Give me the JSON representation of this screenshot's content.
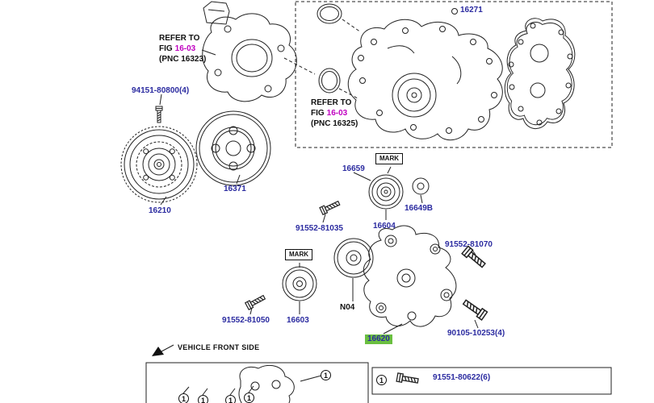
{
  "colors": {
    "part_number": "#2b2ba0",
    "fig_link": "#c000c0",
    "highlight_green": "#6abf40",
    "line_ink": "#222222"
  },
  "refer_block_1": {
    "refer": "REFER TO",
    "fig": "FIG",
    "fig_link": "16-03",
    "pnc": "(PNC 16323)"
  },
  "refer_block_2": {
    "refer": "REFER TO",
    "fig": "FIG",
    "fig_link": "16-03",
    "pnc": "(PNC 16325)"
  },
  "parts": {
    "gasket_16271": "16271",
    "bolt_94151": "94151-80800(4)",
    "fan_clutch_16210": "16210",
    "pulley_16371": "16371",
    "idler_16659": "16659",
    "washer_16649b": "16649B",
    "idler_16604": "16604",
    "bolt_91552_81035": "91552-81035",
    "bolt_91552_81070": "91552-81070",
    "bolt_91552_81050": "91552-81050",
    "idler_16603": "16603",
    "pulley_n04": "N04",
    "bolt_90105": "90105-10253(4)",
    "bracket_16620": "16620",
    "bolt_91551": "91551-80622(6)"
  },
  "mark_label": "MARK",
  "vehicle_front": "VEHICLE FRONT SIDE",
  "callout": "1"
}
